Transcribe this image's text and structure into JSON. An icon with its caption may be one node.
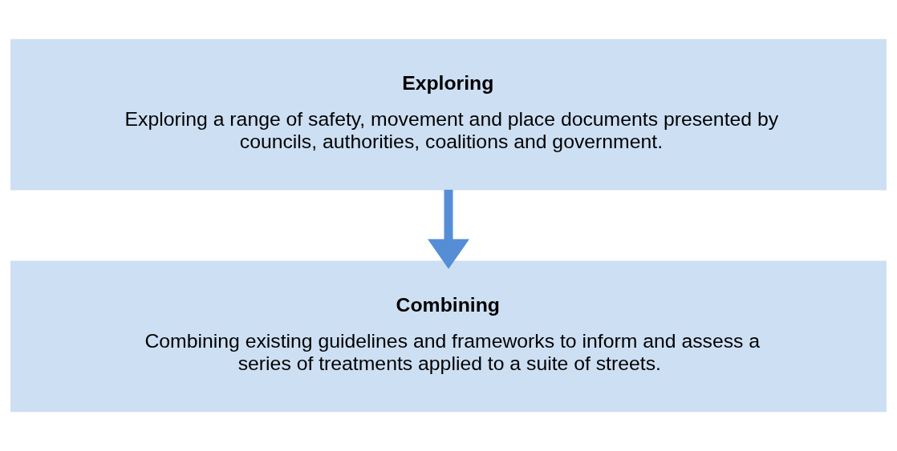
{
  "diagram": {
    "nodes": [
      {
        "text": [
          "Exploring",
          "Exploring a range of safety, movement and place documents presented by councils, authorities, coalitions and government."
        ]
      },
      {
        "text": [
          "Combining",
          "Combining existing guidelines and frameworks to inform and assess a series of treatments applied to a suite of streets."
        ]
      }
    ],
    "edges": [
      {
        "from": 0,
        "to": 1,
        "arrow": "to",
        "color": "#558ed5"
      }
    ]
  }
}
